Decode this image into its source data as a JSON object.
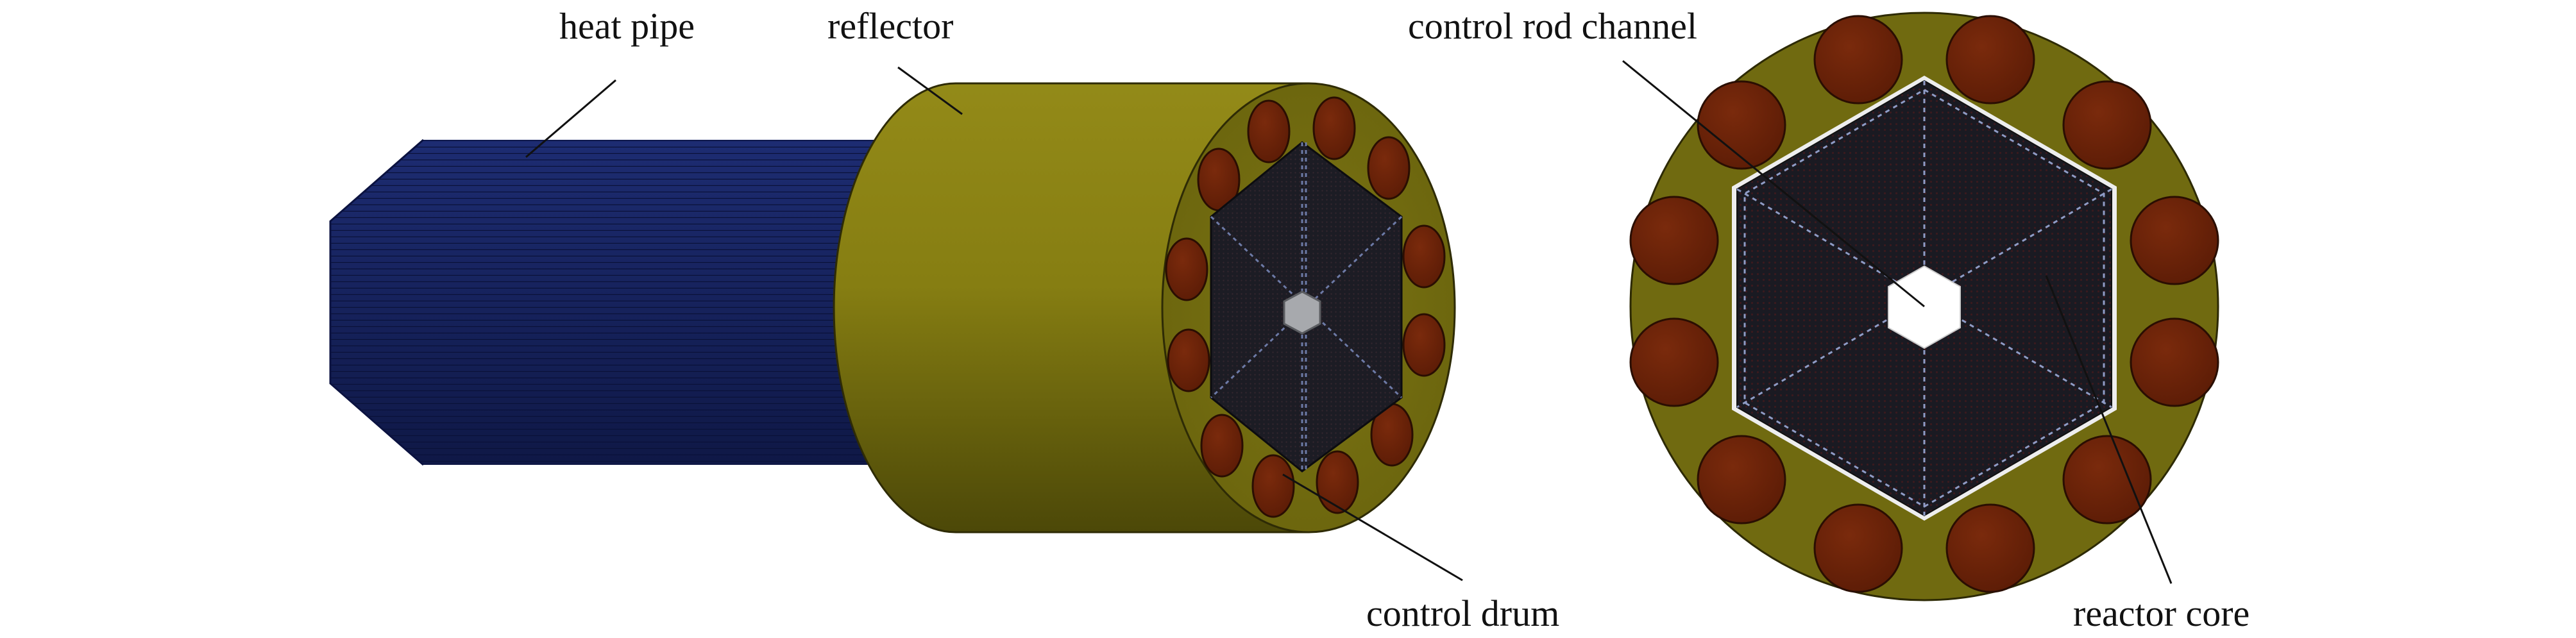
{
  "labels": {
    "heat_pipe": "heat pipe",
    "reflector": "reflector",
    "control_rod_channel": "control rod channel",
    "control_drum": "control drum",
    "reactor_core": "reactor core"
  },
  "colors": {
    "heat_pipe": "#14205a",
    "reflector": "#8a8212",
    "reflector_dark": "#4e4a0a",
    "control_drum": "#6a2208",
    "reactor_core": "#1b1b22",
    "leader_line": "#111111"
  }
}
